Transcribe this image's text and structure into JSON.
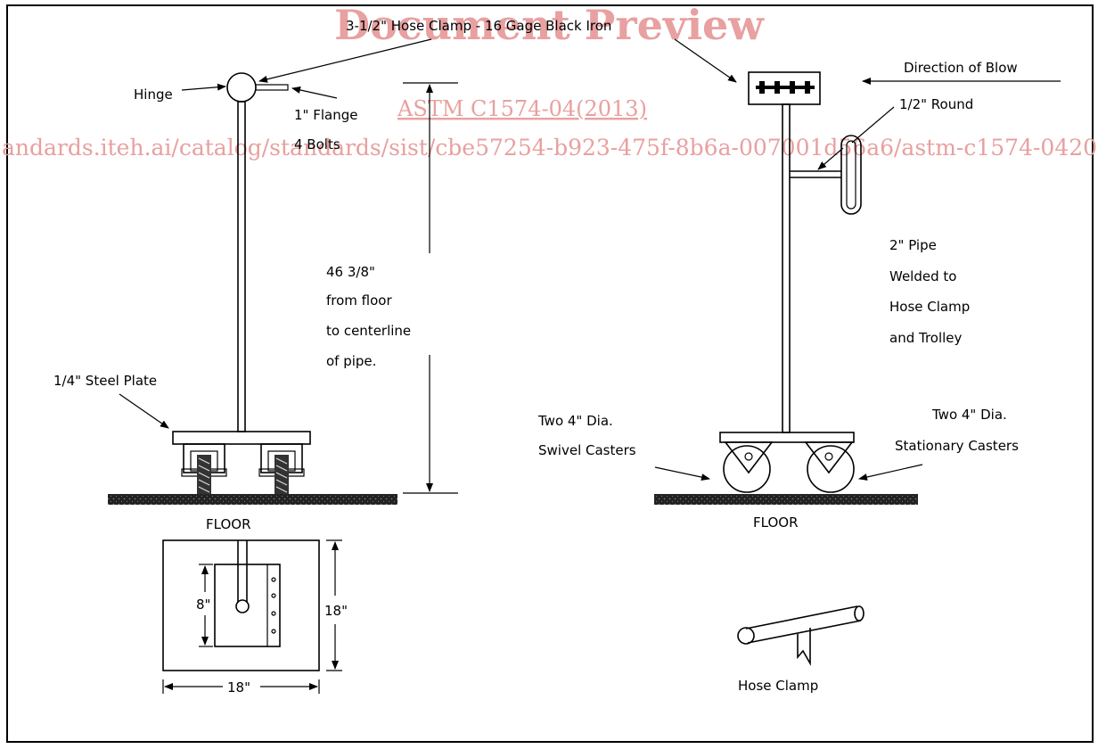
{
  "watermark": {
    "title": "Document Preview",
    "standard": "ASTM C1574-04(2013)",
    "url": "andards.iteh.ai/catalog/standards/sist/cbe57254-b923-475f-8b6a-007001d56a6/astm-c1574-0420"
  },
  "labels": {
    "hose_clamp_top": "3-1/2\" Hose Clamp - 16 Gage Black Iron",
    "hinge": "Hinge",
    "flange_line1": "1\" Flange",
    "flange_line2": "4 Bolts",
    "height_line1": "46 3/8\"",
    "height_line2": "from floor",
    "height_line3": "to centerline",
    "height_line4": "of pipe.",
    "steel_plate": "1/4\" Steel Plate",
    "floor_left": "FLOOR",
    "floor_right": "FLOOR",
    "dim_8": "8\"",
    "dim_18_vertical": "18\"",
    "dim_18_horizontal": "18\"",
    "direction_of_blow": "Direction of Blow",
    "round": "1/2\" Round",
    "pipe_line1": "2\" Pipe",
    "pipe_line2": "Welded to",
    "pipe_line3": "Hose Clamp",
    "pipe_line4": "and Trolley",
    "swivel_line1": "Two 4\" Dia.",
    "swivel_line2": "Swivel Casters",
    "stationary_line1": "Two 4\" Dia.",
    "stationary_line2": "Stationary Casters",
    "hose_clamp_bottom": "Hose Clamp"
  }
}
